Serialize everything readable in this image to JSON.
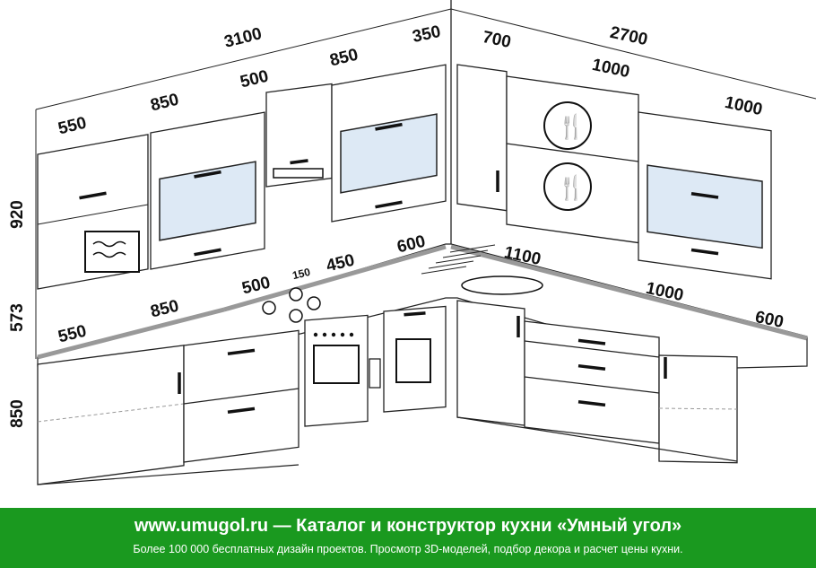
{
  "colors": {
    "footer_bg": "#1a991f",
    "line": "#222222",
    "countertop": "#999999",
    "glass": "#dde9f5"
  },
  "dimensions": {
    "top_left_total": "3100",
    "top_350": "350",
    "top_700": "700",
    "top_right_total": "2700",
    "upper_550": "550",
    "upper_850a": "850",
    "upper_500": "500",
    "upper_850b": "850",
    "upper_1000a": "1000",
    "upper_1000b": "1000",
    "height_upper": "920",
    "height_gap": "573",
    "height_base": "850",
    "base_550": "550",
    "base_850": "850",
    "base_500": "500",
    "base_150": "150",
    "base_450": "450",
    "base_600a": "600",
    "base_1100": "1100",
    "base_1000": "1000",
    "base_600b": "600"
  },
  "footer": {
    "title": "www.umugol.ru — Каталог и конструктор кухни «Умный угол»",
    "subtitle": "Более 100 000 бесплатных дизайн проектов. Просмотр 3D-моделей, подбор декора и расчет цены кухни."
  }
}
